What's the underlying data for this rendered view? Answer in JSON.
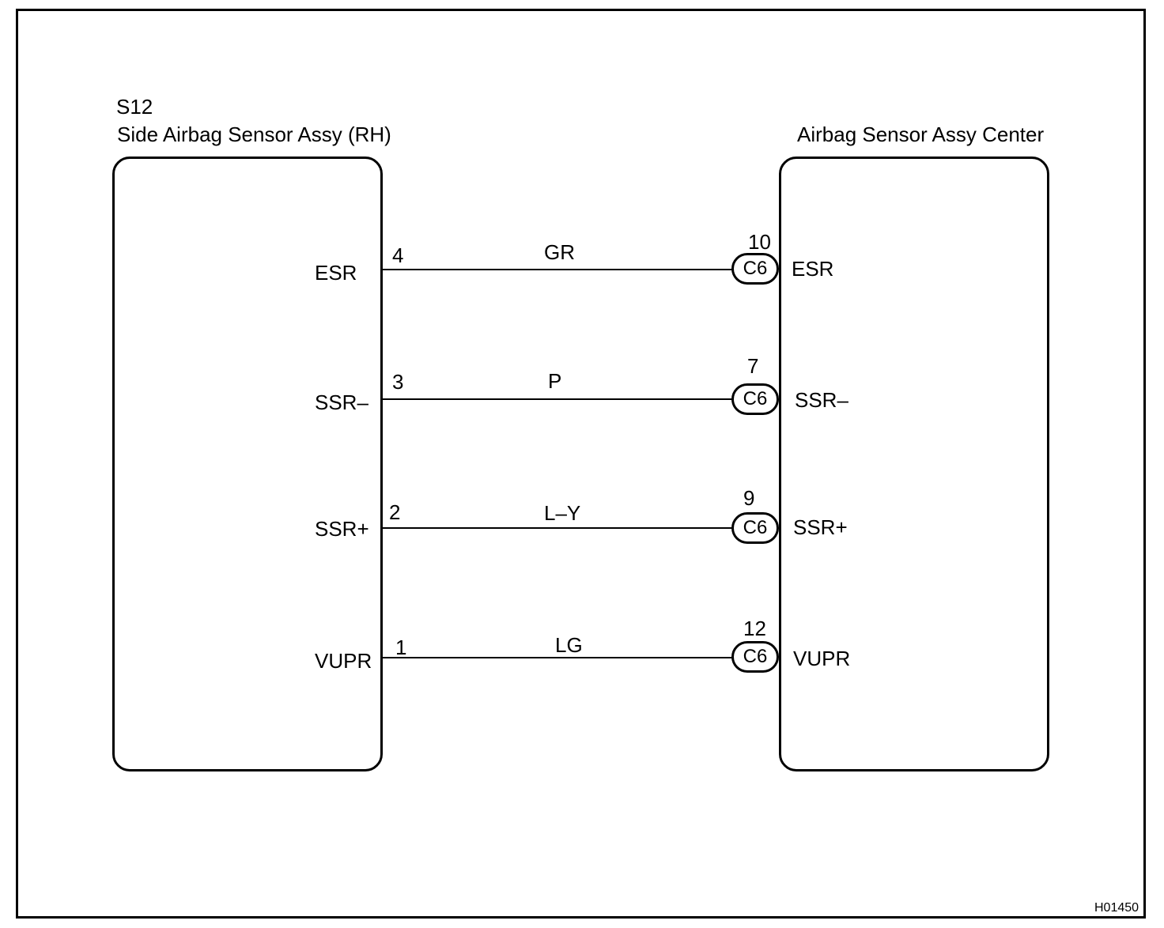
{
  "left_component": {
    "code": "S12",
    "name": "Side Airbag Sensor Assy (RH)"
  },
  "right_component": {
    "name": "Airbag Sensor Assy Center"
  },
  "connections": [
    {
      "left_terminal": "ESR",
      "left_pin": "4",
      "wire_color": "GR",
      "connector": "C6",
      "right_pin": "10",
      "right_terminal": "ESR"
    },
    {
      "left_terminal": "SSR–",
      "left_pin": "3",
      "wire_color": "P",
      "connector": "C6",
      "right_pin": "7",
      "right_terminal": "SSR–"
    },
    {
      "left_terminal": "SSR+",
      "left_pin": "2",
      "wire_color": "L–Y",
      "connector": "C6",
      "right_pin": "9",
      "right_terminal": "SSR+"
    },
    {
      "left_terminal": "VUPR",
      "left_pin": "1",
      "wire_color": "LG",
      "connector": "C6",
      "right_pin": "12",
      "right_terminal": "VUPR"
    }
  ],
  "figure_id": "H01450"
}
